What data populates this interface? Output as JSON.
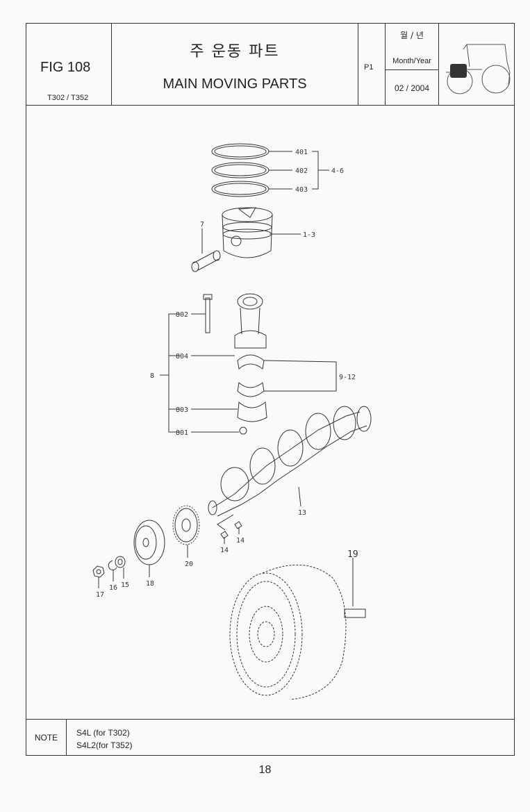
{
  "header": {
    "fig_label": "FIG 108",
    "model": "T302 / T352",
    "title_korean": "주 운동 파트",
    "title_english": "MAIN MOVING PARTS",
    "page_code": "P1",
    "month_year_korean": "월 / 년",
    "month_year_english": "Month/Year",
    "date": "02 / 2004",
    "thumbnail_icon": "tractor-icon"
  },
  "callouts": {
    "c401": "401",
    "c402": "402",
    "c403": "403",
    "c4_6": "4-6",
    "c1_3": "1-3",
    "c7": "7",
    "c802": "802",
    "c804": "804",
    "c8": "8",
    "c9_12": "9-12",
    "c803": "803",
    "c801": "801",
    "c13": "13",
    "c14a": "14",
    "c14b": "14",
    "c19": "19",
    "c20": "20",
    "c18": "18",
    "c15": "15",
    "c16": "16",
    "c17": "17"
  },
  "note": {
    "label": "NOTE",
    "line1": "S4L  (for T302)",
    "line2": "S4L2(for T352)"
  },
  "page_number": "18"
}
